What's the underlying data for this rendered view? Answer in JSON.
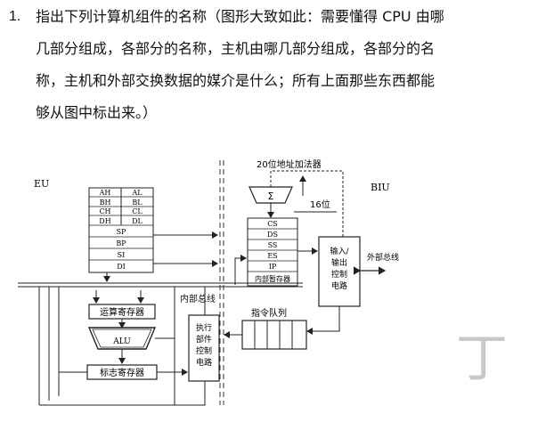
{
  "question": {
    "number": "1.",
    "lines": [
      "指出下列计算机组件的名称（图形大致如此：需要懂得 CPU 由哪",
      "几部分组成，各部分的名称，主机由哪几部分组成，各部分的名",
      "称，主机和外部交换数据的媒介是什么；所有上面那些东西都能",
      "够从图中标出来。）"
    ]
  },
  "diagram": {
    "eu_label": "EU",
    "biu_label": "BIU",
    "adder_label": "20位地址加法器",
    "sigma": "Σ",
    "bits16": "16位",
    "general_regs": [
      [
        "AH",
        "AL"
      ],
      [
        "BH",
        "BL"
      ],
      [
        "CH",
        "CL"
      ],
      [
        "DH",
        "DL"
      ]
    ],
    "pointer_regs": [
      "SP",
      "BP",
      "SI",
      "DI"
    ],
    "seg_regs": [
      "CS",
      "DS",
      "SS",
      "ES",
      "IP"
    ],
    "seg_caption": "内部暂存器",
    "io_lines": [
      "输入/",
      "输出",
      "控制",
      "电路"
    ],
    "external_bus": "外部总线",
    "internal_bus": "内部总线",
    "queue_label": "指令队列",
    "calc_reg": "运算寄存器",
    "alu": "ALU",
    "flag_reg": "标志寄存器",
    "exec_lines": [
      "执行",
      "部件",
      "控制",
      "电路"
    ],
    "watermark": "丁"
  }
}
